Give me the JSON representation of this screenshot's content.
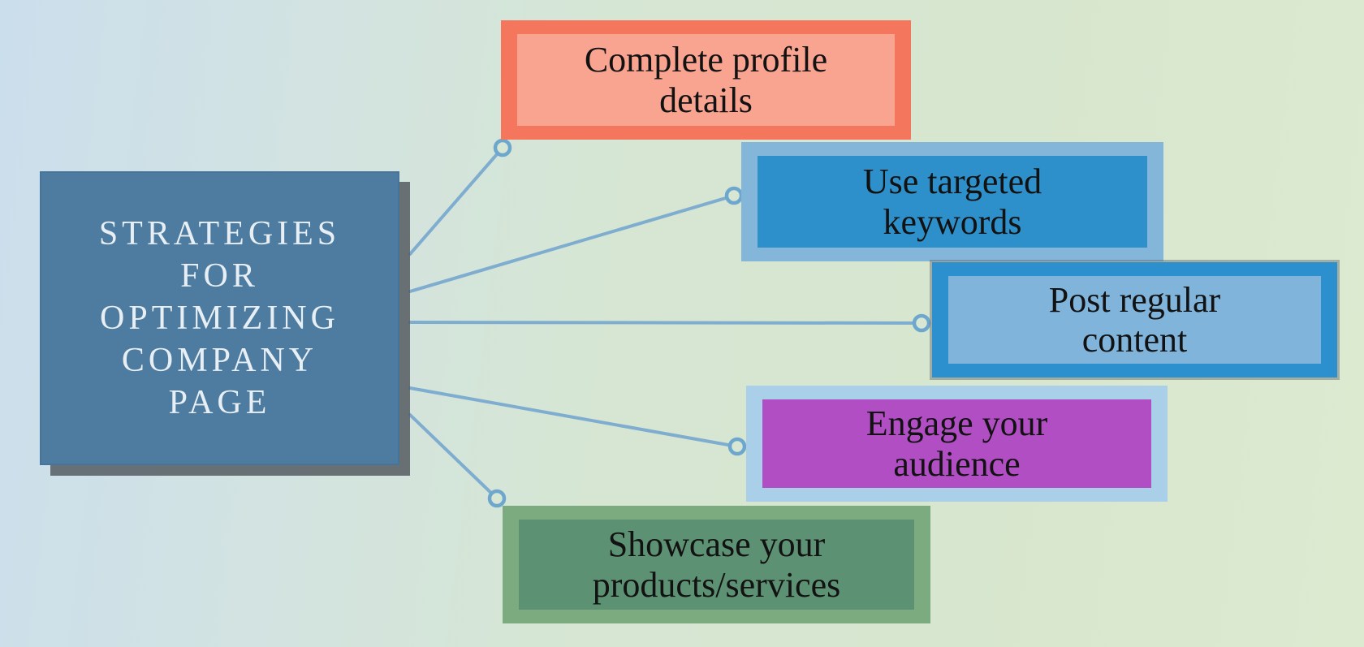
{
  "title": "STRATEGIES FOR OPTIMIZING COMPANY PAGE",
  "root": {
    "label": "STRATEGIES FOR OPTIMIZING COMPANY PAGE",
    "lines": [
      "STRATEGIES",
      "FOR",
      "OPTIMIZING",
      "COMPANY",
      "PAGE"
    ],
    "fill_color": "#4e7ca0",
    "text_color": "#e8eff4",
    "shadow_color": "#5a6166"
  },
  "branches": [
    {
      "label": "Complete profile details",
      "lines": [
        "Complete profile",
        "details"
      ],
      "outer_color": "#f4765c",
      "inner_color": "#f9a490",
      "text_color": "#121212"
    },
    {
      "label": "Use targeted keywords",
      "lines": [
        "Use targeted",
        "keywords"
      ],
      "outer_color": "#84b6d9",
      "inner_color": "#2e90ca",
      "text_color": "#121212"
    },
    {
      "label": "Post regular content",
      "lines": [
        "Post regular",
        "content"
      ],
      "outer_color": "#2b90cd",
      "inner_color": "#80b4db",
      "text_color": "#121212"
    },
    {
      "label": "Engage your audience",
      "lines": [
        "Engage your",
        "audience"
      ],
      "outer_color": "#aacfe9",
      "inner_color": "#b14ec4",
      "text_color": "#121212"
    },
    {
      "label": "Showcase your products/services",
      "lines": [
        "Showcase your",
        "products/services"
      ],
      "outer_color": "#7cab7f",
      "inner_color": "#5d9173",
      "text_color": "#121212"
    }
  ],
  "connector": {
    "line_color": "#7fadcf",
    "endpoint_stroke_color": "#6ea7cd",
    "endpoint_fill_color": "#d8e7d3"
  },
  "background": {
    "left_color": "#cbdeec",
    "right_color": "#dcead0"
  }
}
